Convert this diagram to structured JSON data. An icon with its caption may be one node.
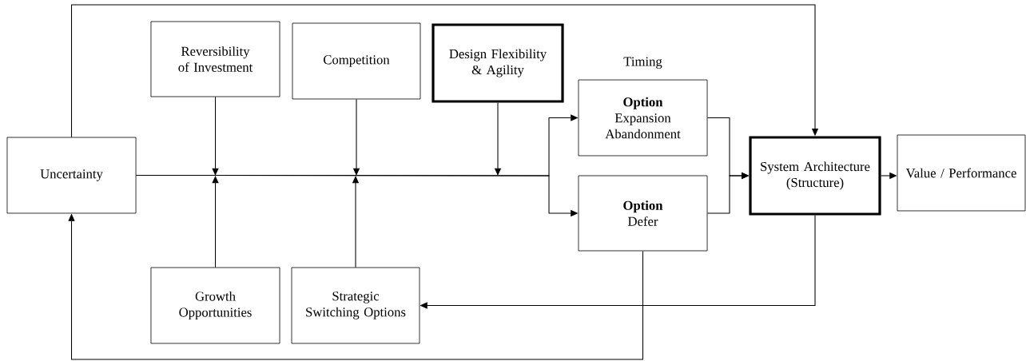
{
  "diagram": {
    "nodes": [
      {
        "text": [
          "Uncertainty"
        ]
      },
      {
        "text": [
          "Reversibility of Investment"
        ]
      },
      {
        "text": [
          "Competition"
        ]
      },
      {
        "text": [
          "Design Flexibility & Agility"
        ]
      },
      {
        "text": [
          "Option",
          "Expansion Abandonment"
        ],
        "beside": [
          "Timing"
        ]
      },
      {
        "text": [
          "Option",
          "Defer"
        ]
      },
      {
        "text": [
          "System Architecture (Structure)"
        ]
      },
      {
        "text": [
          "Value / Performance"
        ]
      },
      {
        "text": [
          "Growth Opportunities"
        ]
      },
      {
        "text": [
          "Strategic Switching Options"
        ]
      }
    ],
    "edges": [
      {
        "from": 0,
        "to": 4,
        "arrow": "to"
      },
      {
        "from": 0,
        "to": 5,
        "arrow": "to"
      },
      {
        "from": 1,
        "to": null,
        "arrow": "to"
      },
      {
        "from": 2,
        "to": null,
        "arrow": "to"
      },
      {
        "from": 3,
        "to": null,
        "arrow": "to"
      },
      {
        "from": 8,
        "to": null,
        "arrow": "to"
      },
      {
        "from": 9,
        "to": null,
        "arrow": "to"
      },
      {
        "from": 4,
        "to": 6,
        "arrow": "to"
      },
      {
        "from": 5,
        "to": 6,
        "arrow": "to"
      },
      {
        "from": 6,
        "to": 7,
        "arrow": "to"
      },
      {
        "from": 0,
        "to": 6,
        "arrow": "to"
      },
      {
        "from": 6,
        "to": 9,
        "arrow": "to"
      },
      {
        "from": 5,
        "to": 0,
        "arrow": "to"
      }
    ]
  }
}
